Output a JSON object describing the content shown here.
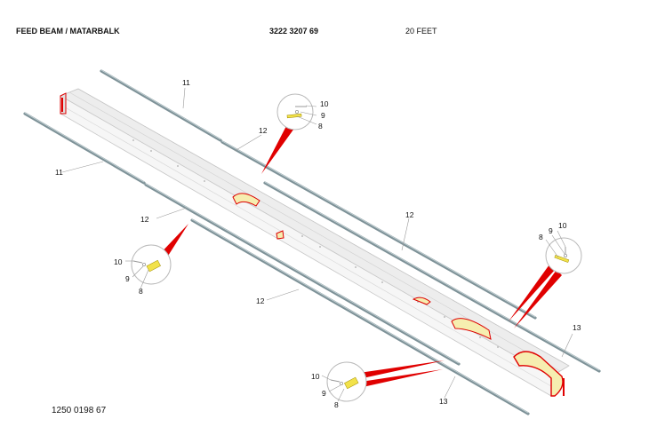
{
  "header": {
    "title": "FEED BEAM / MATARBALK",
    "part_number": "3222 3207 69",
    "size": "20 FEET"
  },
  "footer": {
    "doc_number": "1250 0198 67"
  },
  "callouts": {
    "c8": "8",
    "c9": "9",
    "c10": "10",
    "c11": "11",
    "c12": "12",
    "c13": "13"
  },
  "colors": {
    "beam_fill": "#ececec",
    "beam_edge": "#c4c4c4",
    "rail": "#8fa3a8",
    "highlight": "#e00000",
    "plate": "#f6eeb0",
    "pin": "#f2e24a"
  }
}
